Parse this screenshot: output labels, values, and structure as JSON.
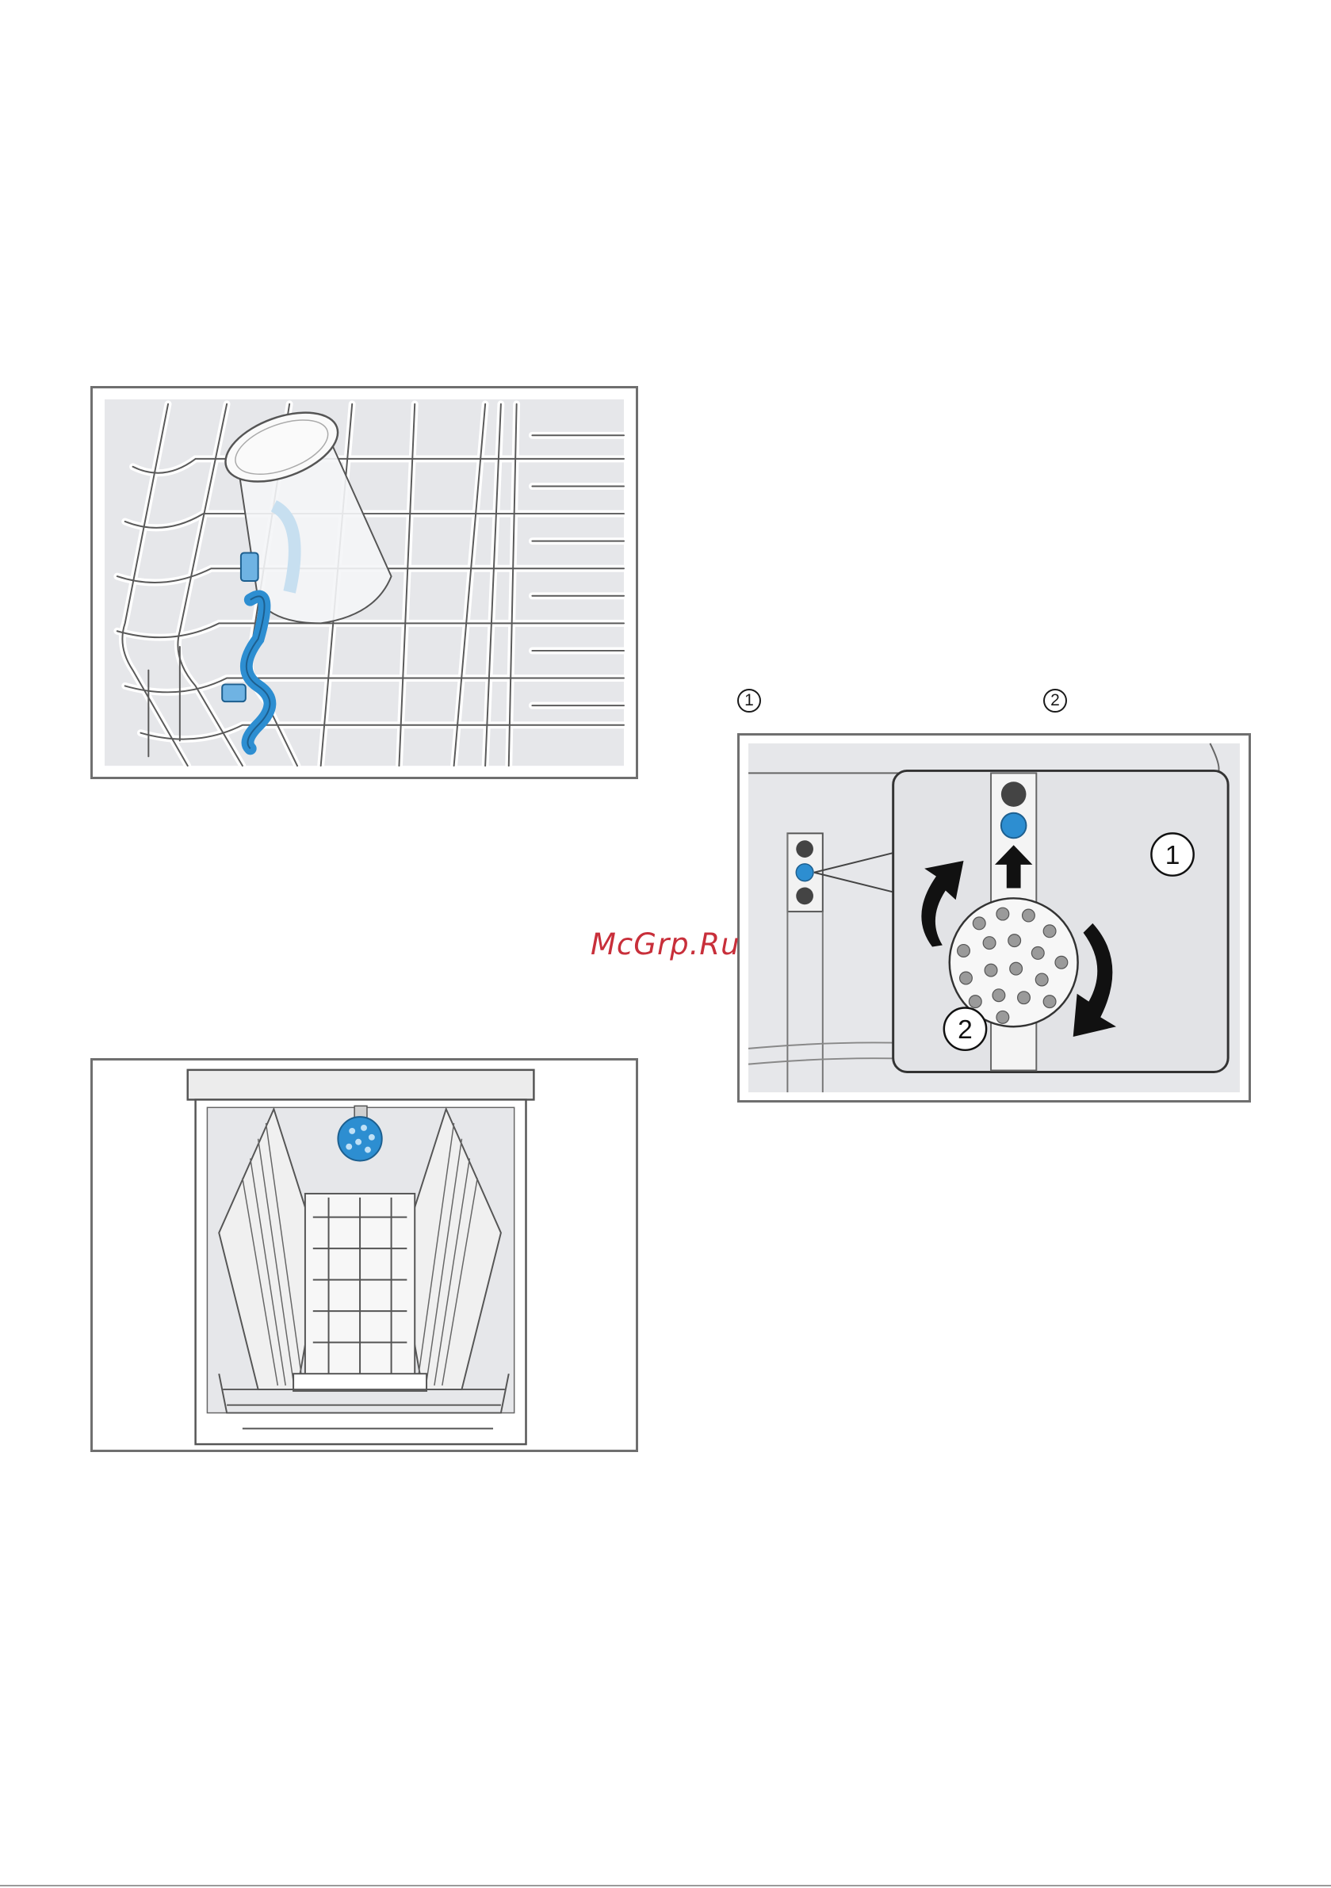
{
  "figures": {
    "glass_in_rack": {
      "subject": "glass-held-by-rack-clip"
    },
    "machine_front": {
      "subject": "open-dishwasher-with-spray-arm"
    },
    "spray_arm_detail": {
      "callout_1": "1",
      "callout_2": "2"
    }
  },
  "step_markers": {
    "first": "1",
    "second": "2"
  },
  "watermark": "McGrp.Ru",
  "colors": {
    "accent_blue": "#2d8ed1",
    "panel_gray": "#e6e7ea",
    "line_gray": "#555555",
    "arrow_black": "#111111",
    "watermark_red": "#c82f3a"
  }
}
